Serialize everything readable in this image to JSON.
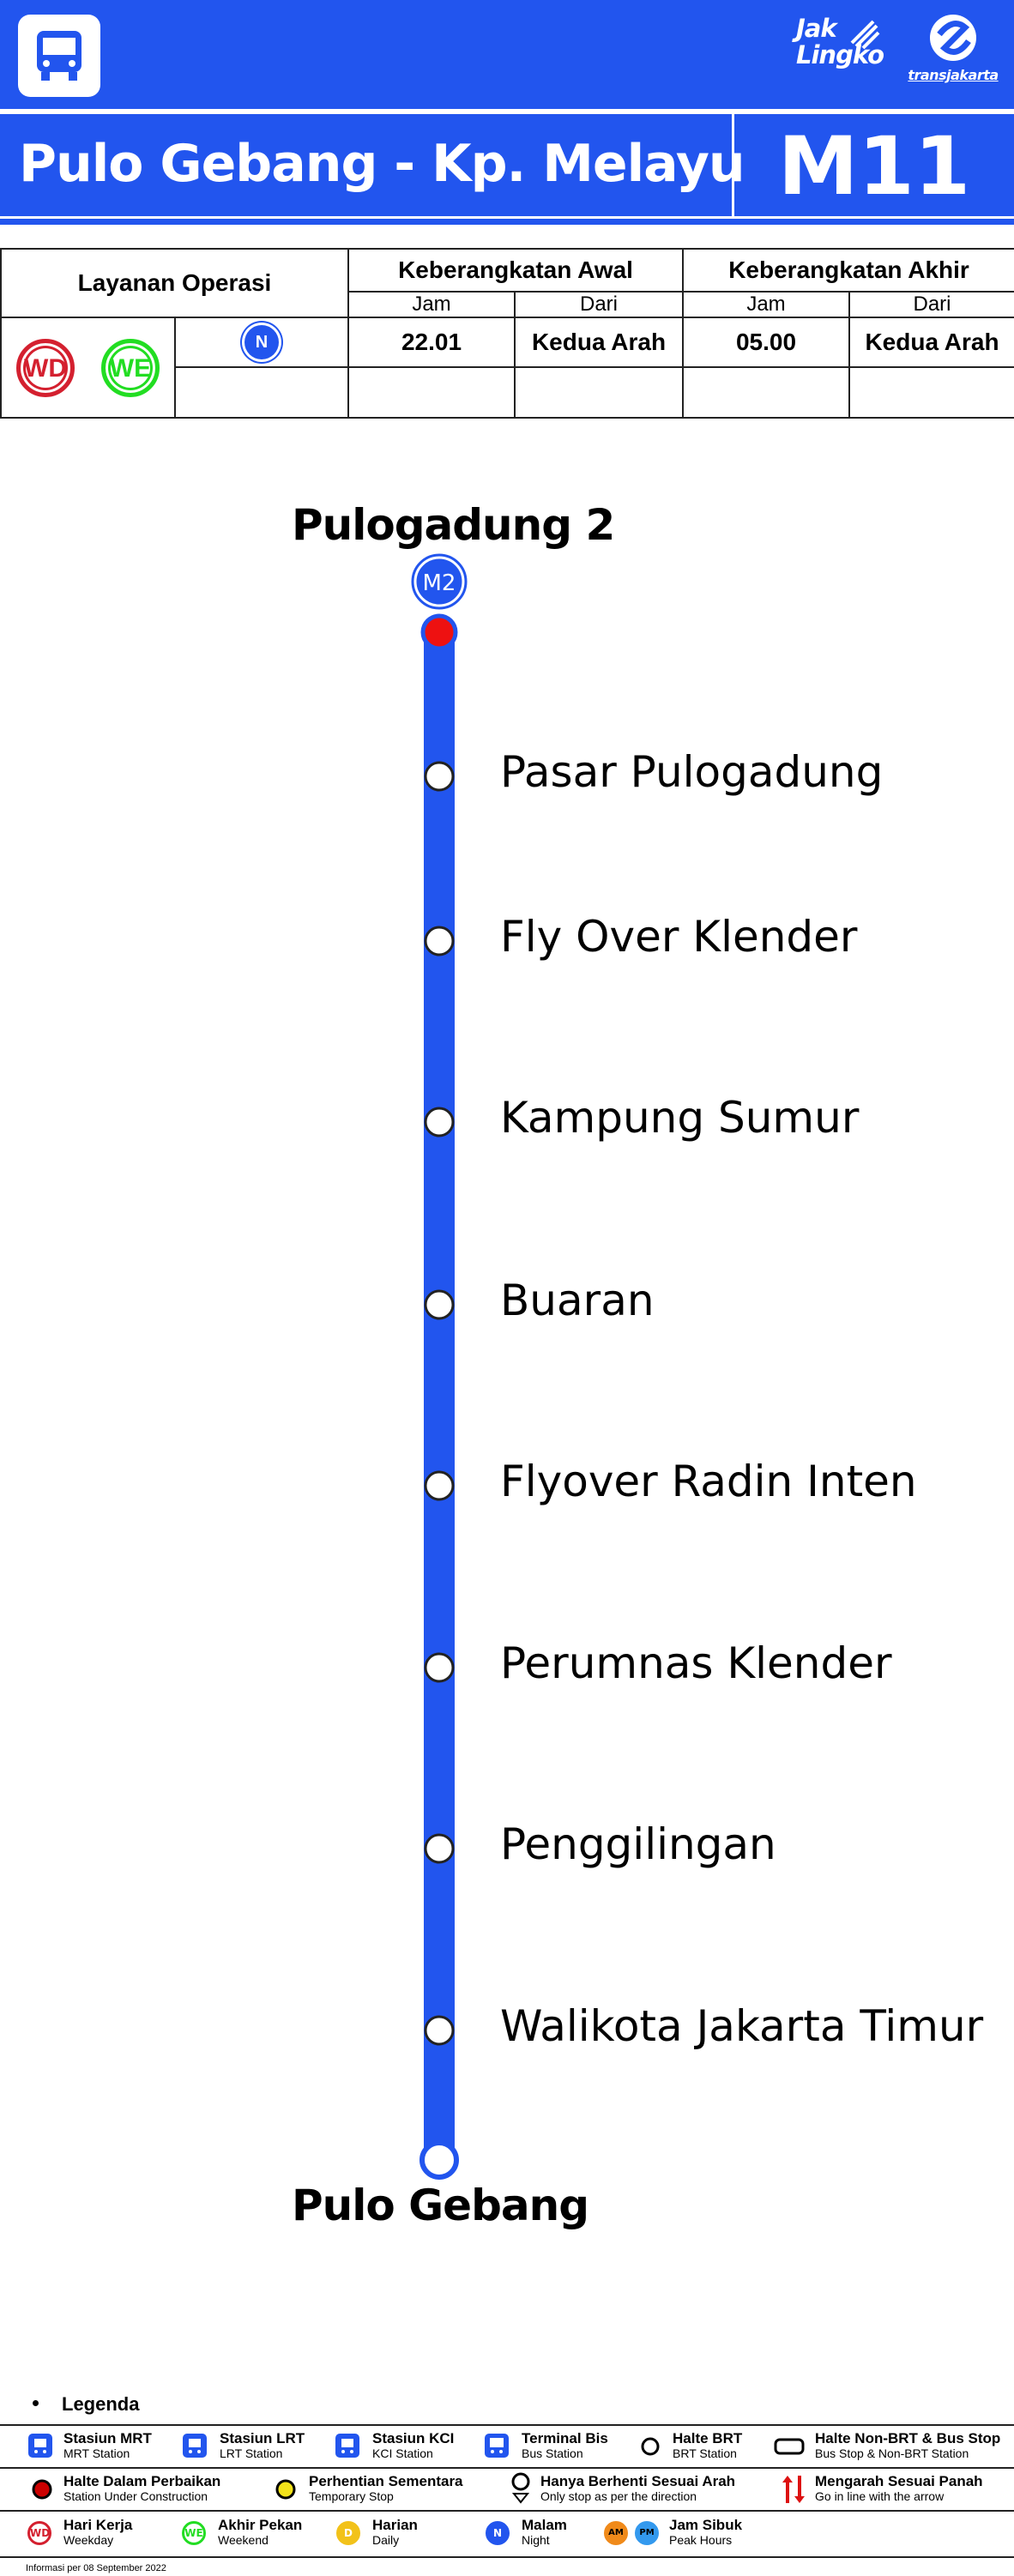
{
  "header": {
    "brand1_line1": "Jak",
    "brand1_line2": "Lingko",
    "brand2": "transjakarta",
    "route_name": "Pulo Gebang - Kp. Melayu",
    "route_code": "M11"
  },
  "schedule": {
    "col_service": "Layanan Operasi",
    "col_first": "Keberangkatan Awal",
    "col_last": "Keberangkatan Akhir",
    "sub_time": "Jam",
    "sub_from": "Dari",
    "badge_wd": "WD",
    "badge_we": "WE",
    "badge_n": "N",
    "first_time": "22.01",
    "first_from": "Kedua Arah",
    "last_time": "05.00",
    "last_from": "Kedua Arah"
  },
  "map": {
    "line_color": "#2255ee",
    "start_terminal": "Pulogadung 2",
    "transfer_badge": "M2",
    "end_terminal": "Pulo Gebang",
    "stops": [
      "Pasar Pulogadung",
      "Fly Over Klender",
      "Kampung Sumur",
      "Buaran",
      "Flyover Radin Inten",
      "Perumnas Klender",
      "Penggilingan",
      "Walikota Jakarta Timur"
    ]
  },
  "legend": {
    "title": "Legenda",
    "items": {
      "mrt": {
        "t": "Stasiun MRT",
        "s": "MRT Station"
      },
      "lrt": {
        "t": "Stasiun LRT",
        "s": "LRT Station"
      },
      "kci": {
        "t": "Stasiun KCI",
        "s": "KCI Station"
      },
      "terminal": {
        "t": "Terminal Bis",
        "s": "Bus Station"
      },
      "brt": {
        "t": "Halte BRT",
        "s": "BRT Station"
      },
      "nonbrt": {
        "t": "Halte Non-BRT & Bus Stop",
        "s": "Bus Stop & Non-BRT Station"
      },
      "construction": {
        "t": "Halte Dalam Perbaikan",
        "s": "Station Under Construction"
      },
      "temporary": {
        "t": "Perhentian Sementara",
        "s": "Temporary Stop"
      },
      "oneway": {
        "t": "Hanya Berhenti Sesuai Arah",
        "s": "Only stop as per the direction"
      },
      "arrow": {
        "t": "Mengarah Sesuai Panah",
        "s": "Go in line with the arrow"
      },
      "weekday": {
        "t": "Hari Kerja",
        "s": "Weekday"
      },
      "weekend": {
        "t": "Akhir Pekan",
        "s": "Weekend"
      },
      "daily": {
        "t": "Harian",
        "s": "Daily"
      },
      "night": {
        "t": "Malam",
        "s": "Night"
      },
      "peak": {
        "t": "Jam Sibuk",
        "s": "Peak Hours"
      }
    },
    "badges": {
      "wd": "WD",
      "we": "WE",
      "d": "D",
      "n": "N",
      "am": "AM",
      "pm": "PM"
    },
    "note": "Informasi per 08 September 2022"
  }
}
